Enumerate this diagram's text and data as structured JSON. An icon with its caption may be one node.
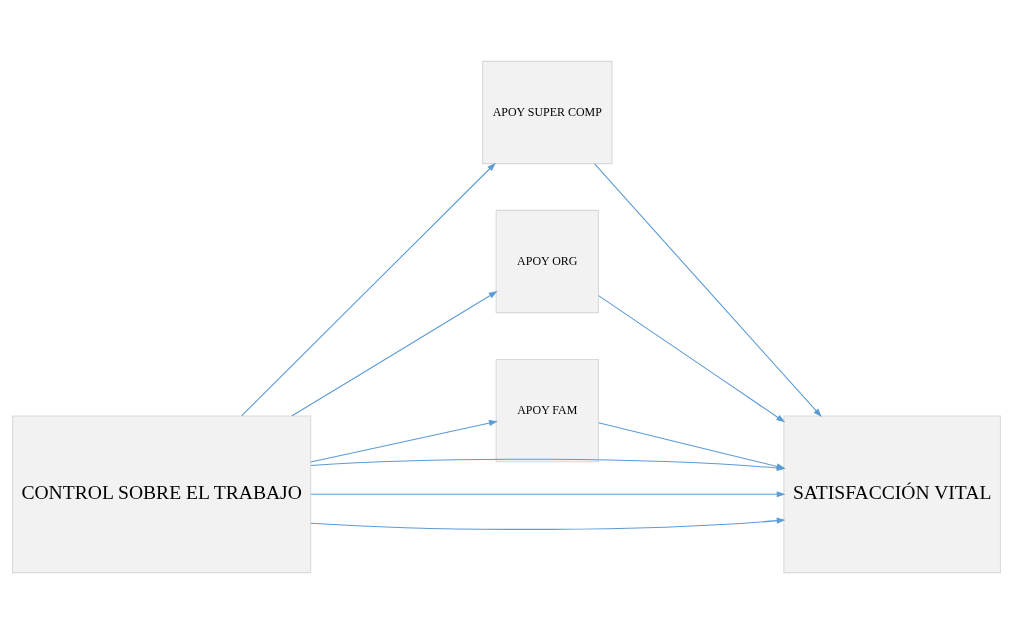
{
  "diagram": {
    "nodes": [
      {
        "text": [
          "CONTROL SOBRE EL TRABAJO"
        ]
      },
      {
        "text": [
          "APOY SUPER COMP"
        ]
      },
      {
        "text": [
          "APOY ORG"
        ]
      },
      {
        "text": [
          "APOY FAM"
        ]
      },
      {
        "text": [
          "SATISFACCIÓN VITAL"
        ]
      }
    ],
    "edges": [
      {
        "from": 0,
        "to": 1,
        "arrow": "to"
      },
      {
        "from": 0,
        "to": 2,
        "arrow": "to"
      },
      {
        "from": 0,
        "to": 3,
        "arrow": "to"
      },
      {
        "from": 1,
        "to": 4,
        "arrow": "to"
      },
      {
        "from": 2,
        "to": 4,
        "arrow": "to"
      },
      {
        "from": 3,
        "to": 4,
        "arrow": "to"
      },
      {
        "from": 0,
        "to": 4,
        "arrow": "to"
      },
      {
        "from": 0,
        "to": 4,
        "arrow": "to"
      },
      {
        "from": 0,
        "to": 4,
        "arrow": "to"
      }
    ]
  }
}
